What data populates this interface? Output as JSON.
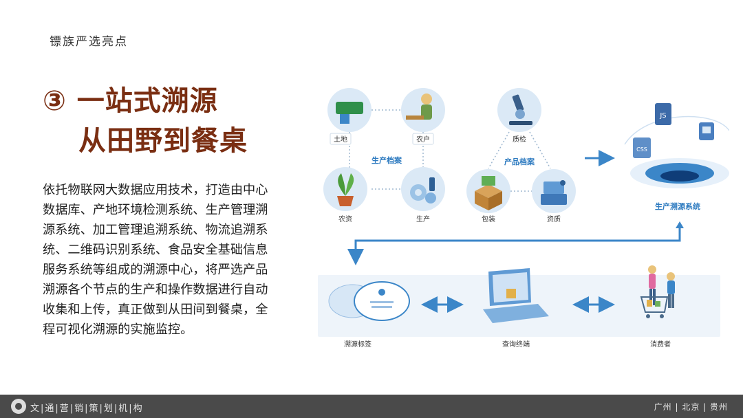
{
  "header": {
    "eyebrow": "镖族严选亮点"
  },
  "headline": {
    "line1": "③ 一站式溯源",
    "line2": "从田野到餐桌"
  },
  "body": {
    "text": "依托物联网大数据应用技术，打造由中心数据库、产地环境检测系统、生产管理溯源系统、加工管理追溯系统、物流追溯系统、二维码识别系统、食品安全基础信息服务系统等组成的溯源中心，将严选产品溯源各个节点的生产和操作数据进行自动收集和上传，真正做到从田间到餐桌，全程可视化溯源的实施监控。"
  },
  "diagram": {
    "production_archive": {
      "title": "生产档案",
      "nodes": [
        "土地",
        "农户",
        "农资",
        "生产"
      ]
    },
    "product_archive": {
      "title": "产品档案",
      "nodes": [
        "质检",
        "包装",
        "资质"
      ]
    },
    "system": {
      "title": "生产溯源系统",
      "icon_labels": [
        "CSS",
        "JS"
      ]
    },
    "bottom": {
      "nodes": [
        "溯源标签",
        "查询终端",
        "消费者"
      ]
    },
    "colors": {
      "arrow": "#3b86c8",
      "node_bg": "#dbe9f6",
      "panel_bg": "#eef4fa"
    }
  },
  "footer": {
    "brand": "文|通|营|销|策|划|机|构",
    "cities": "广州 | 北京 | 贵州"
  }
}
